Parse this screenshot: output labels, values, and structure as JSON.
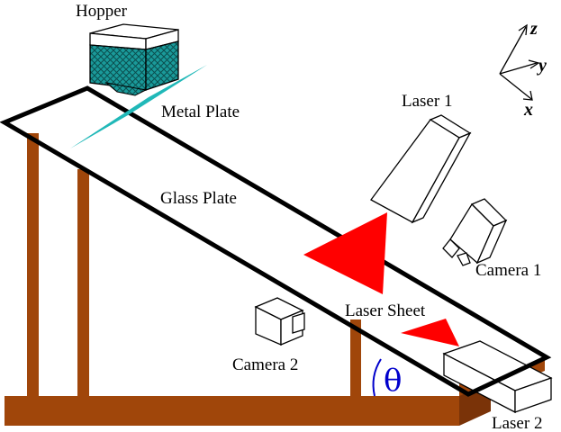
{
  "labels": {
    "hopper": "Hopper",
    "metal_plate": "Metal Plate",
    "glass_plate": "Glass Plate",
    "laser1": "Laser 1",
    "laser2": "Laser 2",
    "camera1": "Camera 1",
    "camera2": "Camera 2",
    "laser_sheet": "Laser Sheet",
    "angle": "θ"
  },
  "axes": {
    "z": "z",
    "y": "y",
    "x": "x"
  },
  "colors": {
    "frame": "#a0460a",
    "frame_dark": "#7a3308",
    "laser": "#ff0000",
    "metal_plate": "#20b8b8",
    "hopper_fill": "#1a9a9a",
    "angle": "#0000cc",
    "outline": "#000000"
  }
}
